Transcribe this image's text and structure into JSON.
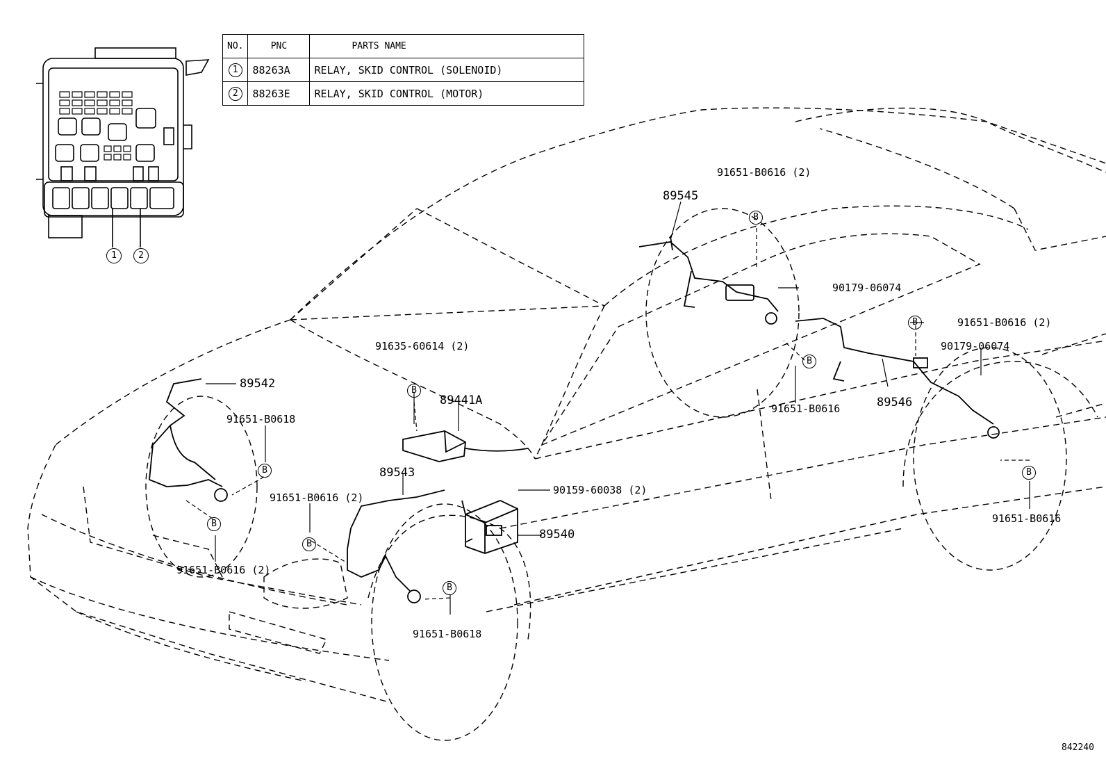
{
  "table": {
    "headers": [
      "NO.",
      "PNC",
      "PARTS NAME"
    ],
    "rows": [
      {
        "no": "1",
        "pnc": "88263A",
        "name": "RELAY, SKID CONTROL (SOLENOID)"
      },
      {
        "no": "2",
        "pnc": "88263E",
        "name": "RELAY, SKID CONTROL (MOTOR)"
      }
    ]
  },
  "callouts": {
    "relay1": "1",
    "relay2": "2"
  },
  "bolt_marker": "B",
  "labels": {
    "p89545": "89545",
    "p91651_b0616_2_top": "91651-B0616 (2)",
    "p90179_06074_a": "90179-06074",
    "p91651_b0616_2_right": "91651-B0616 (2)",
    "p90179_06074_b": "90179-06074",
    "p91651_b0616_mid": "91651-B0616",
    "p89546": "89546",
    "p91651_b0616_rr": "91651-B0616",
    "p91635_60614_2": "91635-60614 (2)",
    "p89441a": "89441A",
    "p89542": "89542",
    "p91651_b0618_fl": "91651-B0618",
    "p89543": "89543",
    "p91651_b0616_2_ctr": "91651-B0616 (2)",
    "p90159_60038_2": "90159-60038 (2)",
    "p89540": "89540",
    "p91651_b0616_2_fl": "91651-B0616 (2)",
    "p91651_b0618_fr": "91651-B0618"
  },
  "diagram_id": "842240"
}
